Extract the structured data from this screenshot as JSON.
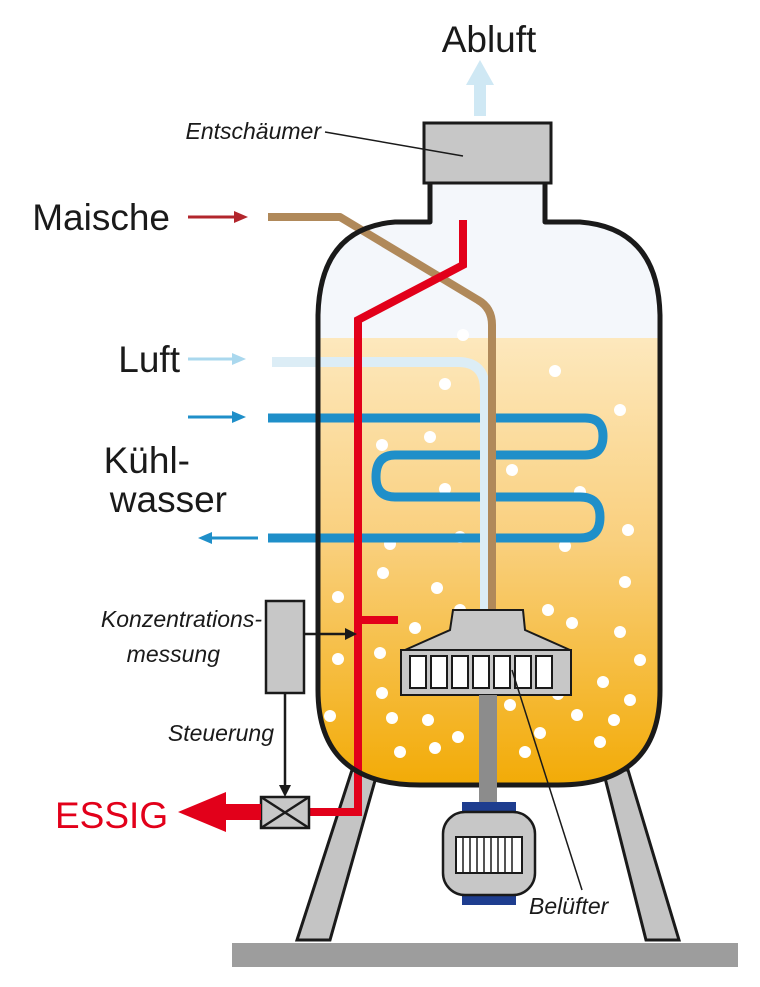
{
  "labels": {
    "abluft": "Abluft",
    "entschaeumer": "Entschäumer",
    "maische": "Maische",
    "luft": "Luft",
    "kuehlwasser_line1": "Kühl-",
    "kuehlwasser_line2": "wasser",
    "konzentration_line1": "Konzentrations-",
    "konzentration_line2": "messung",
    "steuerung": "Steuerung",
    "essig": "ESSIG",
    "belufter": "Belüfter"
  },
  "colors": {
    "essig": "#e2001a",
    "mash_pipe": "#b0895a",
    "air_pipe": "#cfe8f4",
    "cooling": "#1f8fc9",
    "liquid_top": "#fce6b8",
    "liquid_bottom": "#f2a900",
    "vessel_fill": "#f4f7fb",
    "grey": "#c7c7c7",
    "dark_red_arrow": "#b2262c"
  }
}
